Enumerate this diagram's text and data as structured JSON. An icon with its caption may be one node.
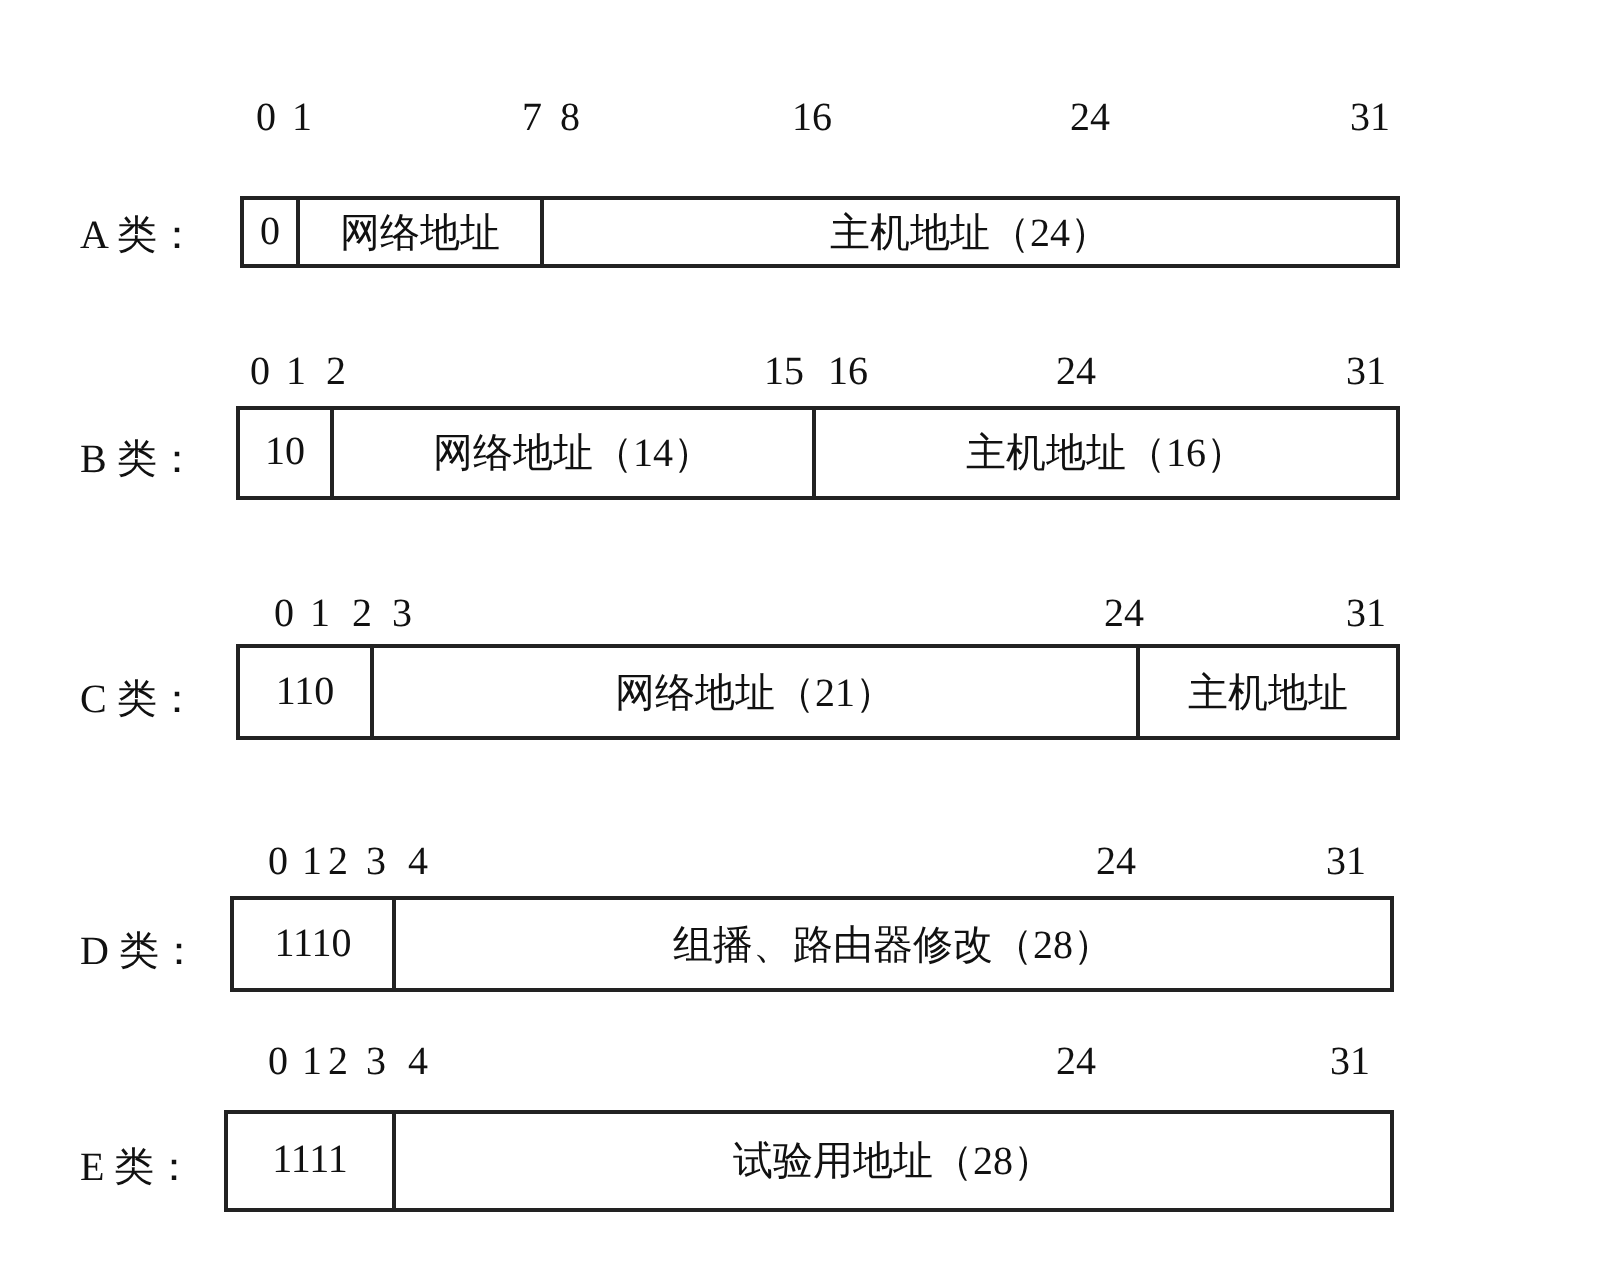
{
  "diagram": {
    "nodes": [
      {
        "text": [
          "0"
        ]
      },
      {
        "text": [
          "网络地址"
        ]
      },
      {
        "text": [
          "主机地址（24）"
        ]
      },
      {
        "text": [
          "10"
        ]
      },
      {
        "text": [
          "网络地址（14）"
        ]
      },
      {
        "text": [
          "主机地址（16）"
        ]
      },
      {
        "text": [
          "110"
        ]
      },
      {
        "text": [
          "网络地址（21）"
        ]
      },
      {
        "text": [
          "主机地址"
        ]
      },
      {
        "text": [
          "1110"
        ]
      },
      {
        "text": [
          "组播、路由器修改（28）"
        ]
      },
      {
        "text": [
          "1111"
        ]
      },
      {
        "text": [
          "试验用地址（28）"
        ]
      }
    ],
    "labels": [
      "0",
      "1",
      "7",
      "8",
      "16",
      "24",
      "31",
      "A 类：",
      "0",
      "1",
      "2",
      "15",
      "16",
      "24",
      "31",
      "B 类：",
      "0",
      "1",
      "2",
      "3",
      "24",
      "31",
      "C 类：",
      "0",
      "1",
      "2",
      "3",
      "4",
      "24",
      "31",
      "D 类：",
      "0",
      "1",
      "2",
      "3",
      "4",
      "24",
      "31",
      "E 类："
    ]
  }
}
